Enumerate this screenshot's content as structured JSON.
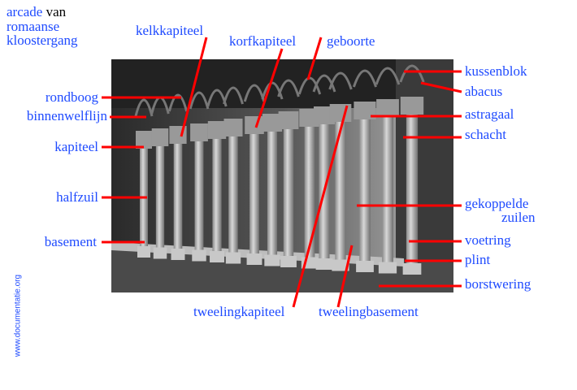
{
  "title": {
    "part1": "arcade",
    "part2": "van",
    "line2": "romaanse",
    "line3": "kloostergang"
  },
  "labels": {
    "kelkkapiteel": "kelkkapiteel",
    "korfkapiteel": "korfkapiteel",
    "geboorte": "geboorte",
    "rondboog": "rondboog",
    "binnenwelflijn": "binnenwelflijn",
    "kapiteel": "kapiteel",
    "halfzuil": "halfzuil",
    "basement": "basement",
    "kussenblok": "kussenblok",
    "abacus": "abacus",
    "astragaal": "astragaal",
    "schacht": "schacht",
    "gekoppelde": "gekoppelde",
    "zuilen": "zuilen",
    "voetring": "voetring",
    "plint": "plint",
    "borstwering": "borstwering",
    "tweelingkapiteel": "tweelingkapiteel",
    "tweelingbasement": "tweelingbasement"
  },
  "watermark": "www.documentatie.org",
  "colors": {
    "label": "#1f4bff",
    "leader": "#ff0000"
  }
}
